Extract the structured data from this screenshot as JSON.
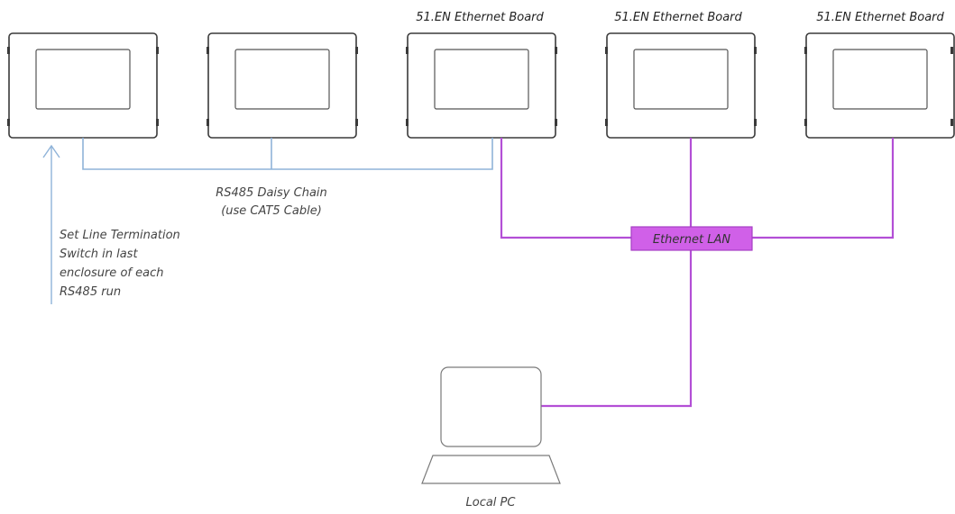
{
  "enclosures": [
    {
      "label": ""
    },
    {
      "label": ""
    },
    {
      "label": "51.EN Ethernet Board"
    },
    {
      "label": "51.EN Ethernet Board"
    },
    {
      "label": "51.EN Ethernet Board"
    }
  ],
  "rs485": {
    "label_line1": "RS485 Daisy Chain",
    "label_line2": "(use CAT5 Cable)"
  },
  "termination_note": [
    "Set Line Termination",
    "Switch in last",
    "enclosure of each",
    "RS485 run"
  ],
  "ethernet_lan": {
    "label": "Ethernet LAN"
  },
  "local_pc": {
    "label": "Local PC"
  },
  "colors": {
    "rs485_wire": "#8fb3d9",
    "ethernet_wire": "#b34fd6",
    "lan_box_fill": "#d060e8"
  }
}
